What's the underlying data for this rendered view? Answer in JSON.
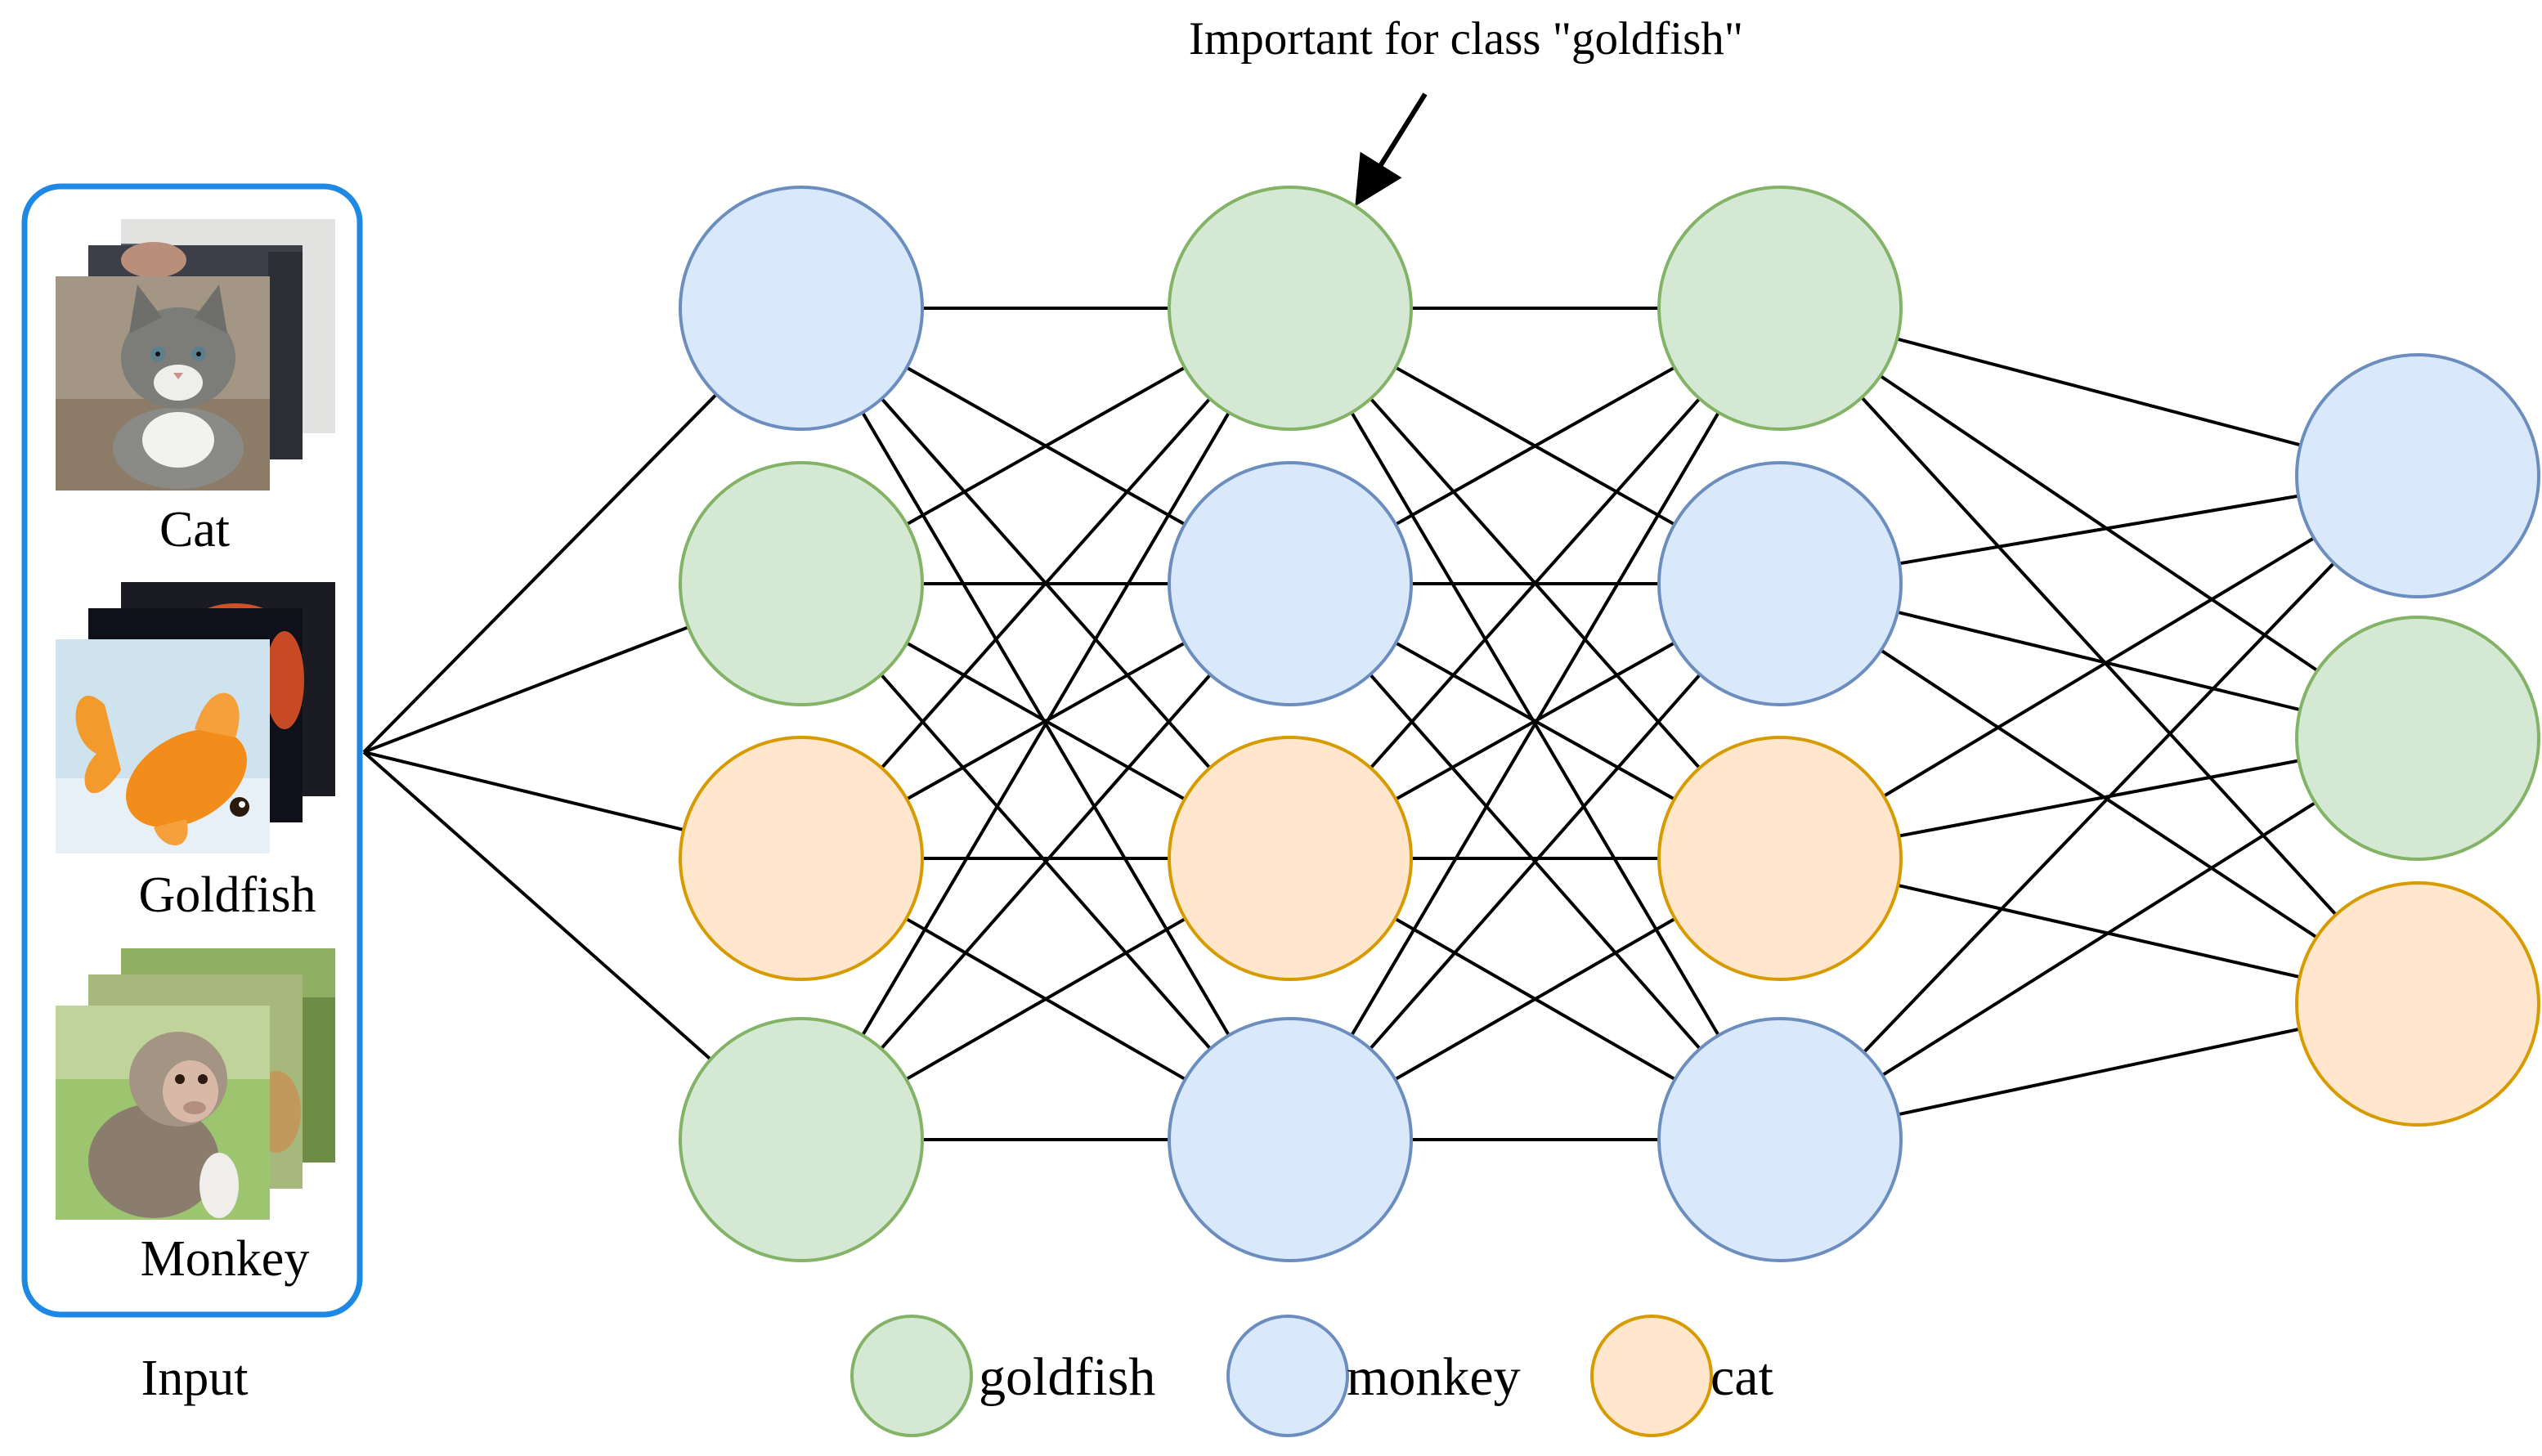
{
  "annotation": {
    "text": "Important for class \"goldfish\""
  },
  "input": {
    "label": "Input",
    "images": [
      {
        "label": "Cat",
        "subject": "cat"
      },
      {
        "label": "Goldfish",
        "subject": "goldfish"
      },
      {
        "label": "Monkey",
        "subject": "monkey"
      }
    ]
  },
  "network": {
    "layers": [
      [
        "monkey",
        "goldfish",
        "cat",
        "goldfish"
      ],
      [
        "goldfish",
        "monkey",
        "cat",
        "monkey"
      ],
      [
        "goldfish",
        "monkey",
        "cat",
        "monkey"
      ],
      [
        "monkey",
        "goldfish",
        "cat"
      ]
    ],
    "highlighted_node": {
      "layer": 1,
      "index": 0,
      "class": "goldfish"
    }
  },
  "legend": {
    "items": [
      {
        "class": "goldfish",
        "label": "goldfish"
      },
      {
        "class": "monkey",
        "label": "monkey"
      },
      {
        "class": "cat",
        "label": "cat"
      }
    ]
  },
  "colors": {
    "goldfish": {
      "fill": "#d5e8d4",
      "stroke": "#82b366"
    },
    "monkey": {
      "fill": "#dae8fc",
      "stroke": "#6c8ebf"
    },
    "cat": {
      "fill": "#ffe6cc",
      "stroke": "#d79b00"
    },
    "input_frame": "#1e88e5",
    "edge": "#000000"
  }
}
